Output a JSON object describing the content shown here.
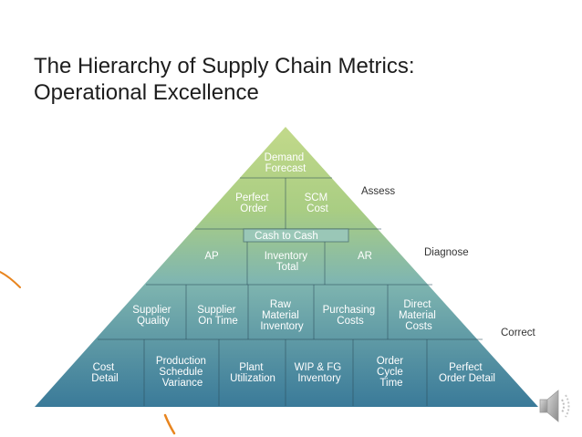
{
  "slide": {
    "title_line1": "The Hierarchy of Supply Chain Metrics:",
    "title_line2": "Operational Excellence"
  },
  "pyramid": {
    "apex": [
      "Demand",
      "Forecast"
    ],
    "perfect_order": [
      "Perfect",
      "Order"
    ],
    "scm_cost": [
      "SCM",
      "Cost"
    ],
    "cash_to_cash": "Cash to Cash",
    "ap": "AP",
    "inventory_total": [
      "Inventory",
      "Total"
    ],
    "ar": "AR",
    "supplier_quality": [
      "Supplier",
      "Quality"
    ],
    "supplier_on_time": [
      "Supplier",
      "On Time"
    ],
    "raw_material_inventory": [
      "Raw",
      "Material",
      "Inventory"
    ],
    "purchasing_costs": [
      "Purchasing",
      "Costs"
    ],
    "direct_material_costs": [
      "Direct",
      "Material",
      "Costs"
    ],
    "cost_detail": [
      "Cost",
      "Detail"
    ],
    "production_schedule_variance": [
      "Production",
      "Schedule",
      "Variance"
    ],
    "plant_utilization": [
      "Plant",
      "Utilization"
    ],
    "wip_fg_inventory": [
      "WIP & FG",
      "Inventory"
    ],
    "order_cycle_time": [
      "Order",
      "Cycle",
      "Time"
    ],
    "perfect_order_detail": [
      "Perfect",
      "Order Detail"
    ]
  },
  "levels": {
    "assess": "Assess",
    "diagnose": "Diagnose",
    "correct": "Correct"
  },
  "colors": {
    "top": "#b4cf77",
    "middle": "#7fb5b3",
    "bottom": "#3c7e9c",
    "accent_stroke": "#e8851f"
  },
  "icons": {
    "speaker": "speaker-icon"
  }
}
